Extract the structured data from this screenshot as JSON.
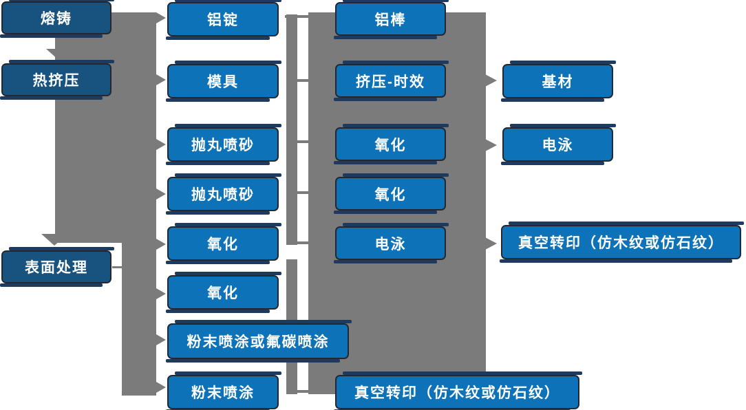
{
  "diagram_type": "flowchart",
  "palette": {
    "stage_box_fill": "#185380",
    "process_box_fill": "#0d72b8",
    "box_outline": "#23282f",
    "box_accent_bar": "#1e3a5f",
    "connector_gray": "#7b7b7b",
    "text_color": "#ffffff",
    "background": "#ffffff"
  },
  "nodes": {
    "melting": "熔铸",
    "hot_extrusion": "热挤压",
    "surface_treatment": "表面处理",
    "aluminum_ingot": "铝锭",
    "mold": "模具",
    "shot_blast_1": "抛丸喷砂",
    "shot_blast_2": "抛丸喷砂",
    "oxidation_a": "氧化",
    "oxidation_b": "氧化",
    "powder_fluorocarbon": "粉末喷涂或氟碳喷涂",
    "powder": "粉末喷涂",
    "aluminum_bar": "铝棒",
    "extrusion_aging": "挤压-时效",
    "oxidation_c": "氧化",
    "oxidation_d": "氧化",
    "electrophoresis_a": "电泳",
    "vacuum_transfer_bottom": "真空转印（仿木纹或仿石纹）",
    "substrate": "基材",
    "electrophoresis_b": "电泳",
    "vacuum_transfer_right": "真空转印（仿木纹或仿石纹）"
  },
  "connections": {
    "vertical_flow": [
      "熔铸 → 热挤压",
      "热挤压 → 表面处理"
    ],
    "left_band_arrow_targets": [
      "铝锭",
      "模具",
      "抛丸喷砂",
      "抛丸喷砂",
      "氧化",
      "氧化",
      "粉末喷涂或氟碳喷涂",
      "粉末喷涂"
    ],
    "center_block_arrow_targets": [
      "基材",
      "电泳",
      "真空转印（仿木纹或仿石纹）"
    ],
    "row_links": [
      "电泳 → 真空转印（仿木纹或仿石纹）",
      "粉末喷涂 → 真空转印（仿木纹或仿石纹）"
    ]
  }
}
